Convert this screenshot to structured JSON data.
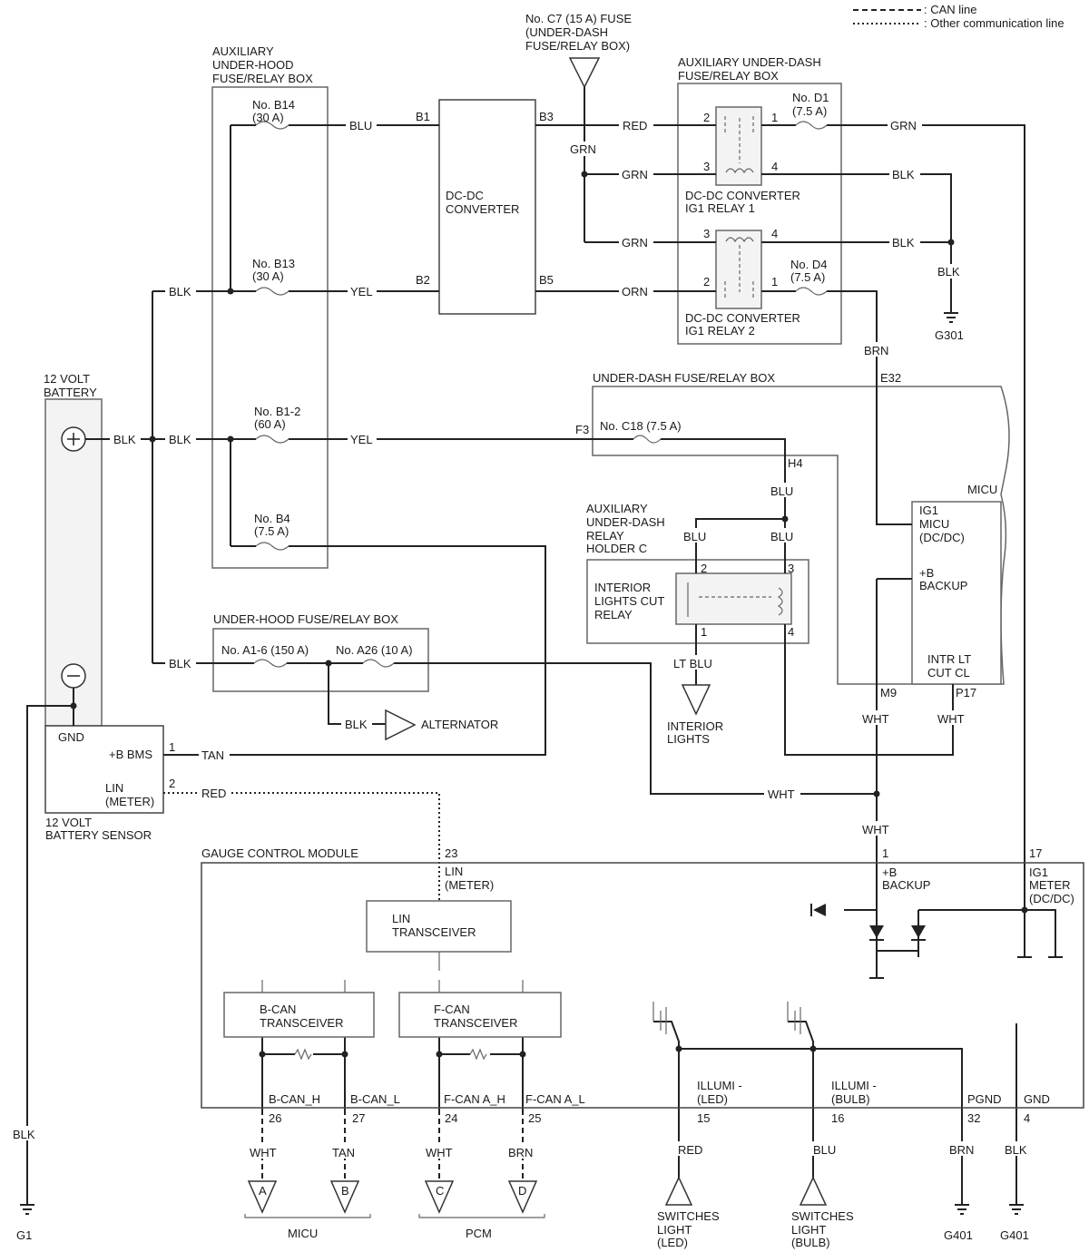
{
  "legend": {
    "can_line": ": CAN line",
    "other_line": ": Other communication line"
  },
  "components": {
    "battery_title_1": "12 VOLT",
    "battery_title_2": "BATTERY",
    "aux_hood_1": "AUXILIARY",
    "aux_hood_2": "UNDER-HOOD",
    "aux_hood_3": "FUSE/RELAY BOX",
    "fuse_c7_1": "No. C7 (15 A) FUSE",
    "fuse_c7_2": "(UNDER-DASH",
    "fuse_c7_3": "FUSE/RELAY BOX)",
    "aux_dash_1": "AUXILIARY UNDER-DASH",
    "aux_dash_2": "FUSE/RELAY BOX",
    "dcdc_1": "DC-DC",
    "dcdc_2": "CONVERTER",
    "relay1_1": "DC-DC CONVERTER",
    "relay1_2": "IG1 RELAY 1",
    "relay2_1": "DC-DC CONVERTER",
    "relay2_2": "IG1 RELAY 2",
    "under_dash": "UNDER-DASH FUSE/RELAY BOX",
    "micu": "MICU",
    "micu_ig1_1": "IG1",
    "micu_ig1_2": "MICU",
    "micu_ig1_3": "(DC/DC)",
    "micu_backup_1": "+B",
    "micu_backup_2": "BACKUP",
    "micu_intr_1": "INTR LT",
    "micu_intr_2": "CUT CL",
    "relay_holder_1": "AUXILIARY",
    "relay_holder_2": "UNDER-DASH",
    "relay_holder_3": "RELAY",
    "relay_holder_4": "HOLDER C",
    "int_relay_1": "INTERIOR",
    "int_relay_2": "LIGHTS CUT",
    "int_relay_3": "RELAY",
    "int_lights_1": "INTERIOR",
    "int_lights_2": "LIGHTS",
    "under_hood": "UNDER-HOOD FUSE/RELAY BOX",
    "alternator": "ALTERNATOR",
    "sensor_1": "12 VOLT",
    "sensor_2": "BATTERY SENSOR",
    "sensor_gnd": "GND",
    "sensor_bms": "+B BMS",
    "sensor_lin_1": "LIN",
    "sensor_lin_2": "(METER)",
    "gcm": "GAUGE CONTROL MODULE",
    "lin_pin_1": "LIN",
    "lin_pin_2": "(METER)",
    "lin_tr_1": "LIN",
    "lin_tr_2": "TRANSCEIVER",
    "bcan_1": "B-CAN",
    "bcan_2": "TRANSCEIVER",
    "fcan_1": "F-CAN",
    "fcan_2": "TRANSCEIVER",
    "gcm_backup_1": "+B",
    "gcm_backup_2": "BACKUP",
    "gcm_ig1_1": "IG1",
    "gcm_ig1_2": "METER",
    "gcm_ig1_3": "(DC/DC)",
    "illumi_led_1": "ILLUMI -",
    "illumi_led_2": "(LED)",
    "illumi_bulb_1": "ILLUMI -",
    "illumi_bulb_2": "(BULB)",
    "pgnd": "PGND",
    "gnd": "GND",
    "bcan_h": "B-CAN_H",
    "bcan_l": "B-CAN_L",
    "fcan_h": "F-CAN A_H",
    "fcan_l": "F-CAN A_L",
    "sw_led_1": "SWITCHES",
    "sw_led_2": "LIGHT",
    "sw_led_3": "(LED)",
    "sw_bulb_1": "SWITCHES",
    "sw_bulb_2": "LIGHT",
    "sw_bulb_3": "(BULB)",
    "group_micu": "MICU",
    "group_pcm": "PCM"
  },
  "fuses": {
    "b14_1": "No. B14",
    "b14_2": "(30 A)",
    "b13_1": "No. B13",
    "b13_2": "(30 A)",
    "b12_1": "No. B1-2",
    "b12_2": "(60 A)",
    "b4_1": "No. B4",
    "b4_2": "(7.5 A)",
    "d1_1": "No. D1",
    "d1_2": "(7.5 A)",
    "d4_1": "No. D4",
    "d4_2": "(7.5 A)",
    "c18": "No. C18 (7.5 A)",
    "a16": "No. A1-6 (150 A)",
    "a26": "No. A26 (10 A)"
  },
  "wires": {
    "blu": "BLU",
    "yel": "YEL",
    "blk": "BLK",
    "red": "RED",
    "grn": "GRN",
    "orn": "ORN",
    "brn": "BRN",
    "wht": "WHT",
    "tan": "TAN",
    "lt_blu": "LT BLU"
  },
  "pins": {
    "b1": "B1",
    "b2": "B2",
    "b3": "B3",
    "b5": "B5",
    "r1_2": "2",
    "r1_1": "1",
    "r1_3": "3",
    "r1_4": "4",
    "r2_3": "3",
    "r2_4": "4",
    "r2_2": "2",
    "r2_1": "1",
    "e32": "E32",
    "f3": "F3",
    "h4": "H4",
    "m9": "M9",
    "p17": "P17",
    "hc_2": "2",
    "hc_3": "3",
    "hc_1": "1",
    "hc_4": "4",
    "s1": "1",
    "s2": "2",
    "g23": "23",
    "g1": "1",
    "g17": "17",
    "g26": "26",
    "g27": "27",
    "g24": "24",
    "g25": "25",
    "g15": "15",
    "g16": "16",
    "g32": "32",
    "g4": "4"
  },
  "grounds": {
    "g301": "G301",
    "g1": "G1",
    "g401a": "G401",
    "g401b": "G401"
  },
  "connectors": {
    "a": "A",
    "b": "B",
    "c": "C",
    "d": "D"
  }
}
